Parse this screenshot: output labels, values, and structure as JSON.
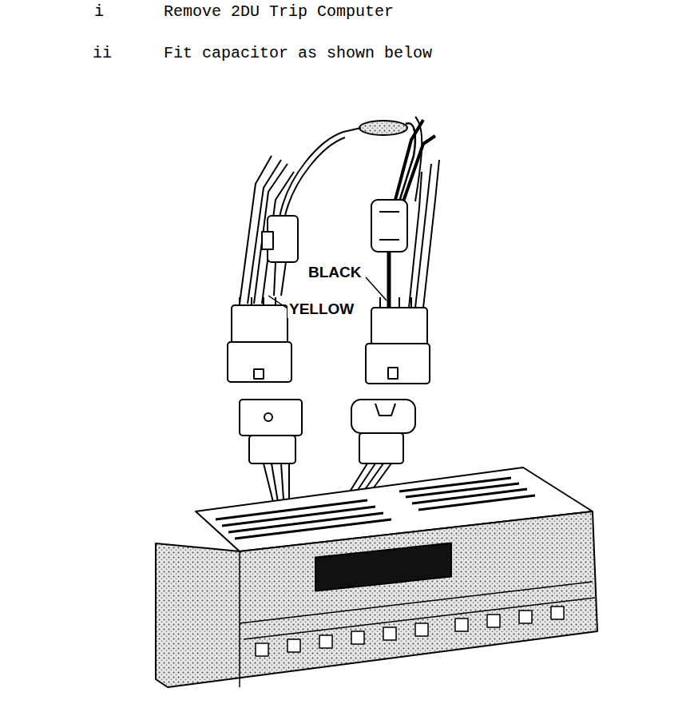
{
  "diagram": {
    "labels": [
      "i",
      "Remove 2DU Trip Computer",
      "ii",
      "Fit capacitor as shown below",
      "BLACK",
      "YELLOW"
    ]
  }
}
